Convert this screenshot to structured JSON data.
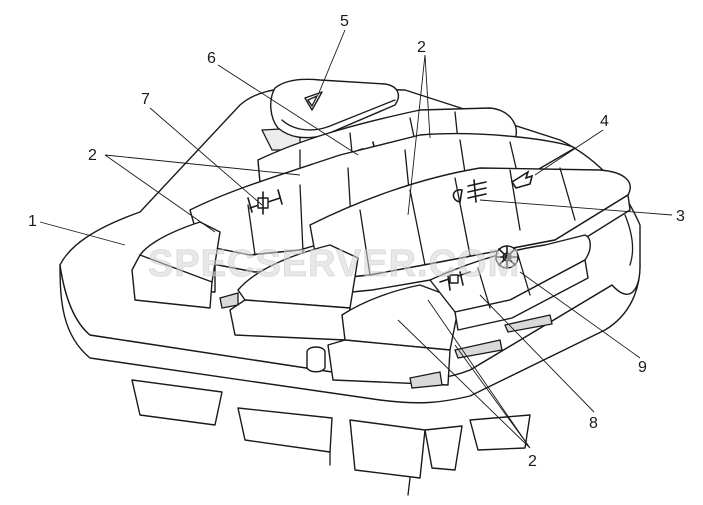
{
  "watermark": "SPECSERVER.COM",
  "callouts": [
    {
      "id": "label-1",
      "text": "1"
    },
    {
      "id": "label-2-a",
      "text": "2"
    },
    {
      "id": "label-2-b",
      "text": "2"
    },
    {
      "id": "label-2-c",
      "text": "2"
    },
    {
      "id": "label-3",
      "text": "3"
    },
    {
      "id": "label-4",
      "text": "4"
    },
    {
      "id": "label-5",
      "text": "5"
    },
    {
      "id": "label-6",
      "text": "6"
    },
    {
      "id": "label-7",
      "text": "7"
    },
    {
      "id": "label-8",
      "text": "8"
    },
    {
      "id": "label-9",
      "text": "9"
    }
  ],
  "icons": [
    "hazard-triangle-icon",
    "axle-lock-icon",
    "diff-lock-icon",
    "fog-light-icon",
    "horn-icon",
    "awd-icon",
    "gear-icon"
  ]
}
